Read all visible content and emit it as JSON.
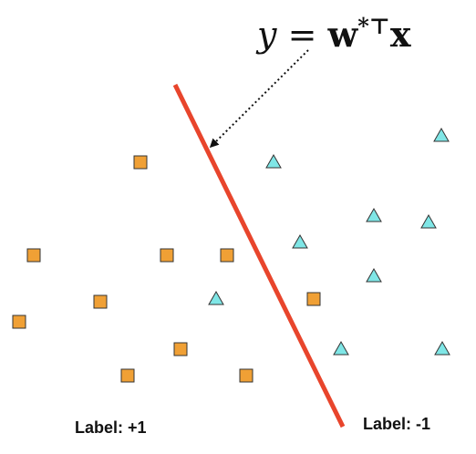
{
  "equation": {
    "lhs": "y",
    "equals": "=",
    "w": "w",
    "superscript": "*⊤",
    "x": "x"
  },
  "labels": {
    "positive": "Label: +1",
    "negative": "Label: -1"
  },
  "colors": {
    "square_fill": "#f0a035",
    "triangle_fill": "#7fe6e6",
    "separator": "#e8452c",
    "marker_stroke": "#333333"
  }
}
